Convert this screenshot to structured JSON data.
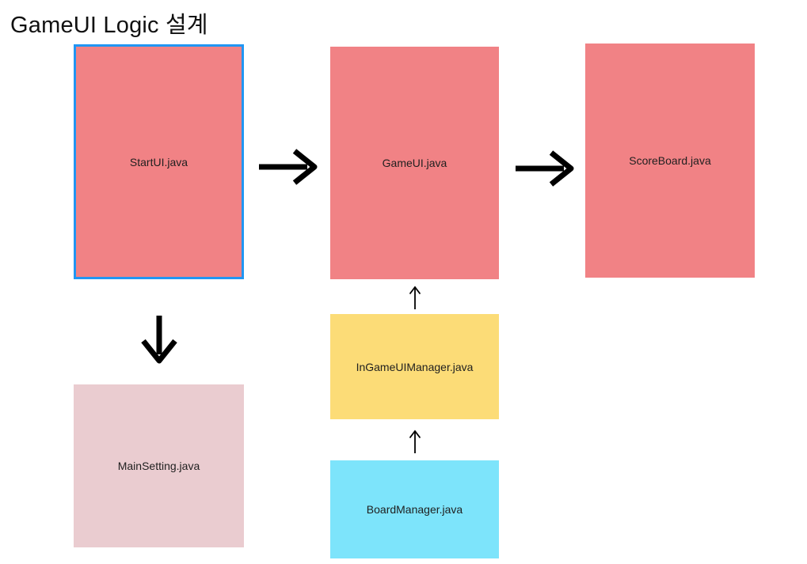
{
  "title": "GameUI Logic 설계",
  "colors": {
    "background": "#FFFFFF",
    "node_salmon": "#F18285",
    "node_pink": "#EACCD0",
    "node_yellow": "#FCDC77",
    "node_cyan": "#7DE4FB",
    "selection_border": "#2196F3",
    "arrow": "#000000",
    "text": "#1F1F1F"
  },
  "diagram": {
    "nodes": [
      {
        "id": "startui",
        "label": "StartUI.java",
        "fill": "#F18285",
        "selected": true
      },
      {
        "id": "gameui",
        "label": "GameUI.java",
        "fill": "#F18285",
        "selected": false
      },
      {
        "id": "scoreboard",
        "label": "ScoreBoard.java",
        "fill": "#F18285",
        "selected": false
      },
      {
        "id": "mainsetting",
        "label": "MainSetting.java",
        "fill": "#EACCD0",
        "selected": false
      },
      {
        "id": "ingameuimanager",
        "label": "InGameUIManager.java",
        "fill": "#FCDC77",
        "selected": false
      },
      {
        "id": "boardmanager",
        "label": "BoardManager.java",
        "fill": "#7DE4FB",
        "selected": false
      }
    ],
    "edges": [
      {
        "from": "StartUI.java",
        "to": "GameUI.java",
        "style": "thick",
        "direction": "right"
      },
      {
        "from": "GameUI.java",
        "to": "ScoreBoard.java",
        "style": "thick",
        "direction": "right"
      },
      {
        "from": "StartUI.java",
        "to": "MainSetting.java",
        "style": "thick",
        "direction": "down"
      },
      {
        "from": "InGameUIManager.java",
        "to": "GameUI.java",
        "style": "thin",
        "direction": "up"
      },
      {
        "from": "BoardManager.java",
        "to": "InGameUIManager.java",
        "style": "thin",
        "direction": "up"
      }
    ]
  }
}
